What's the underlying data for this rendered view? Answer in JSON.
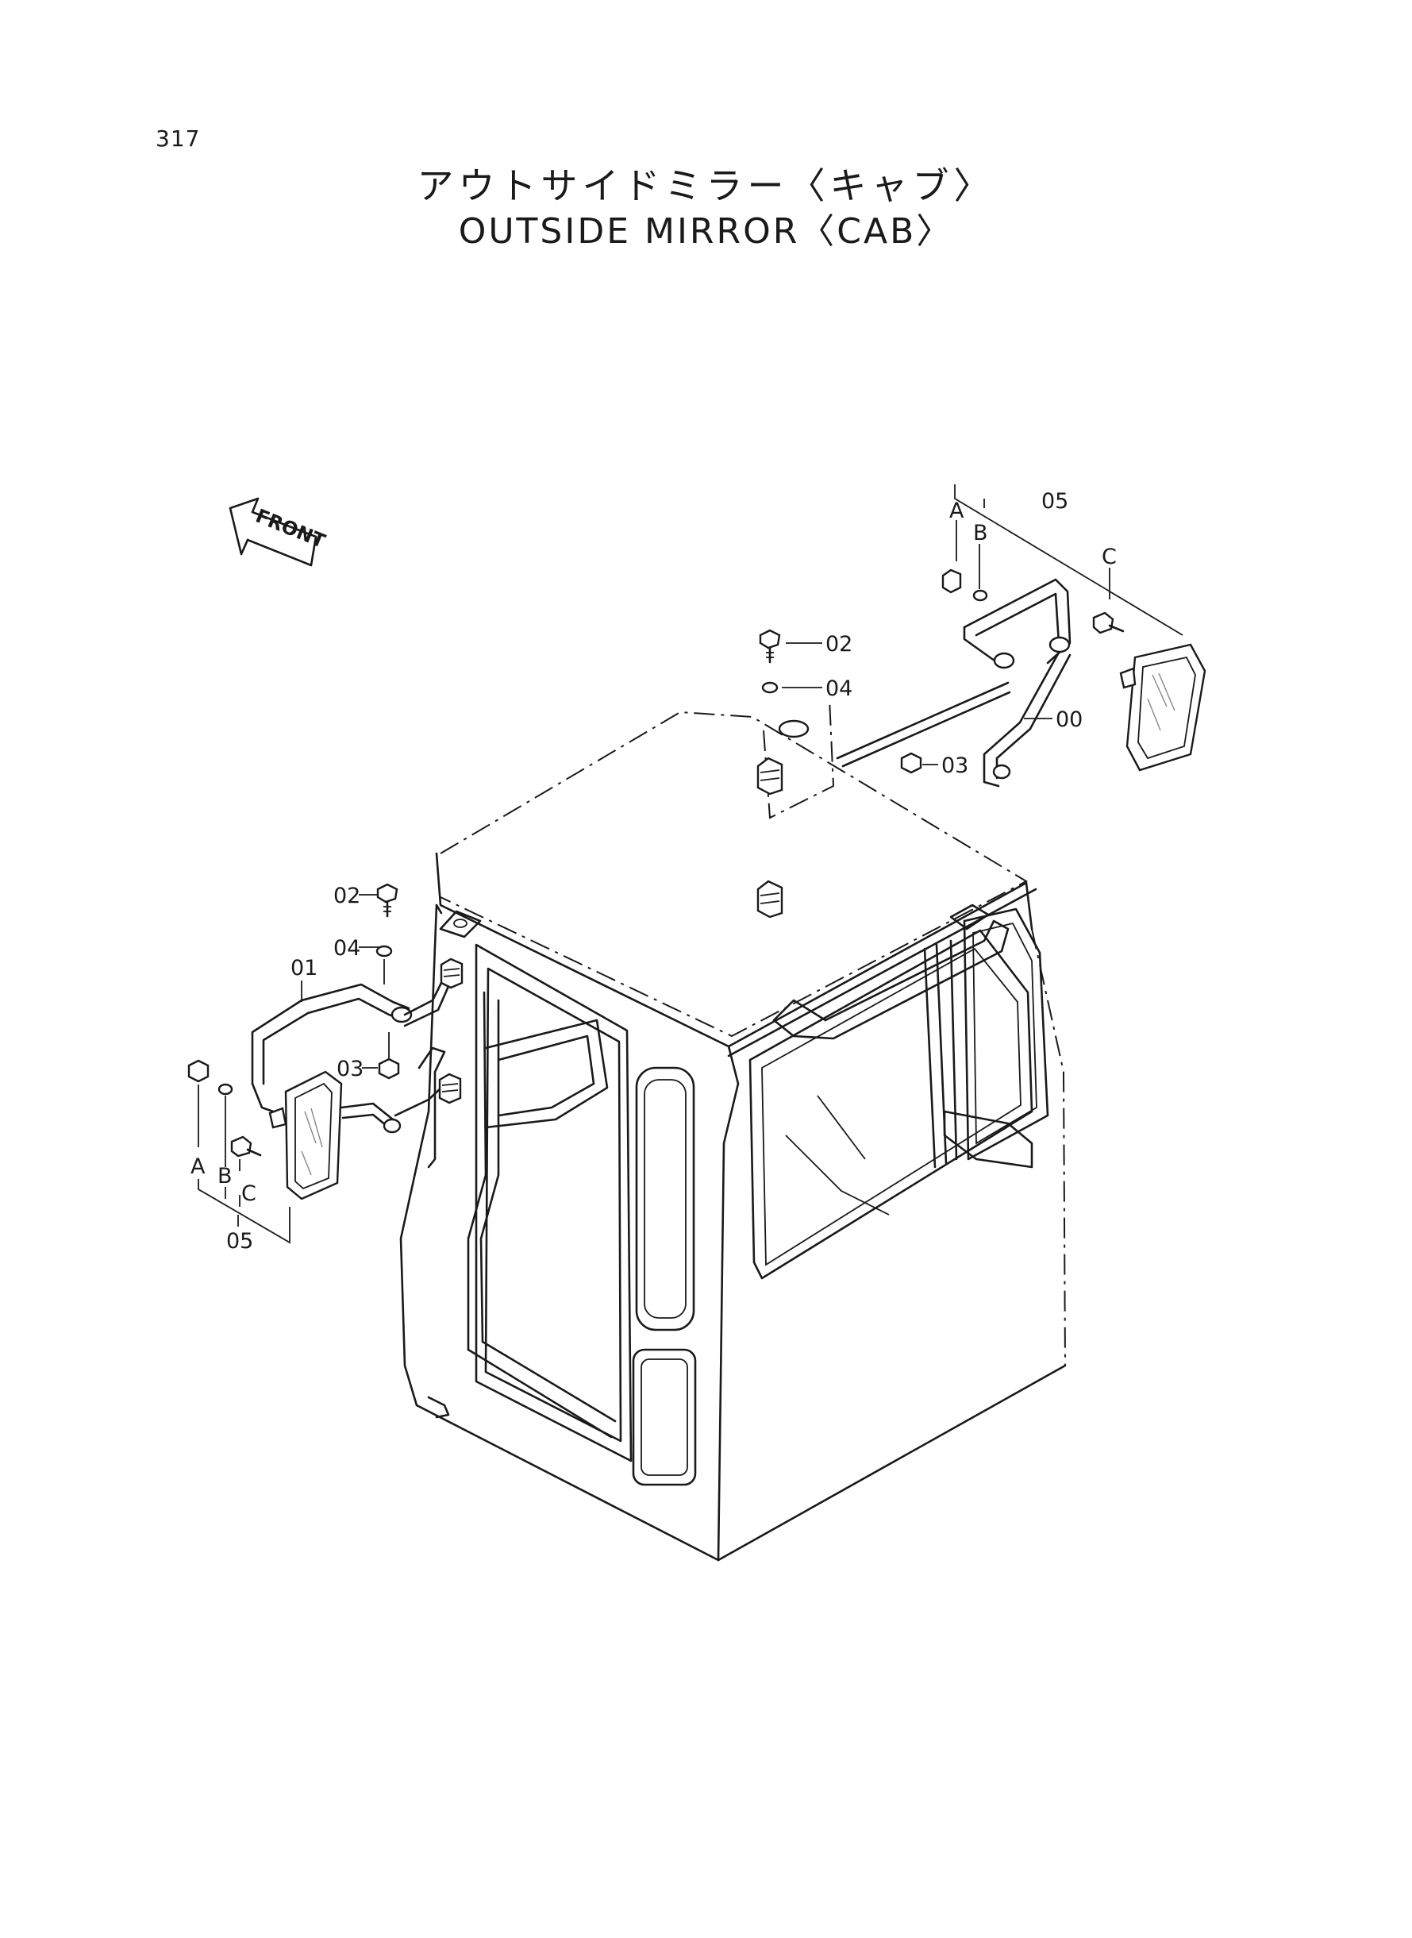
{
  "page": {
    "number": "317",
    "title_jp": "アウトサイドミラー〈キャブ〉",
    "title_en": "OUTSIDE MIRROR〈CAB〉"
  },
  "front_arrow": {
    "label": "FRONT"
  },
  "callouts": {
    "right_05": "05",
    "right_a": "A",
    "right_b": "B",
    "right_c": "C",
    "right_02": "02",
    "right_04": "04",
    "right_00": "00",
    "right_03": "03",
    "left_02": "02",
    "left_04": "04",
    "left_01": "01",
    "left_03": "03",
    "left_a": "A",
    "left_b": "B",
    "left_c": "C",
    "left_05": "05"
  }
}
